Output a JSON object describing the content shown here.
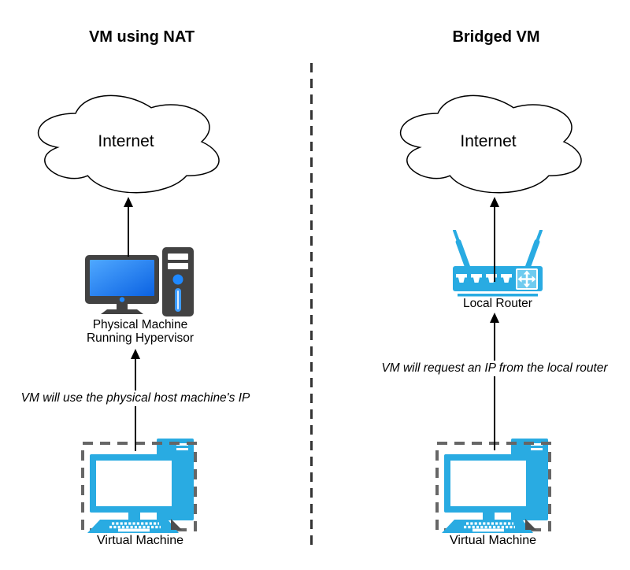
{
  "left": {
    "title": "VM using NAT",
    "cloud_label": "Internet",
    "machine_label": [
      "Physical Machine",
      "Running Hypervisor"
    ],
    "annotation": "VM will use the physical host machine's IP",
    "vm_label": "Virtual Machine"
  },
  "right": {
    "title": "Bridged VM",
    "cloud_label": "Internet",
    "router_label": "Local Router",
    "annotation": "VM will request an IP from the local router",
    "vm_label": "Virtual Machine"
  },
  "colors": {
    "accent_blue": "#29ABE2",
    "screen_blue_light": "#4FA8FF",
    "screen_blue_dark": "#0B62E2",
    "tower_accent_blue": "#1E88FF",
    "device_dark_gray": "#424242",
    "vm_dash_gray": "#666666",
    "divider_gray": "#333333",
    "line_black": "#000000",
    "background": "#FFFFFF"
  },
  "icons": {
    "cloud-icon": "cloud outline",
    "monitor-icon": "desktop monitor with blue screen",
    "tower-icon": "pc tower case",
    "router-icon": "wireless router with two antennas",
    "router-switch-icon": "four-direction arrows badge",
    "virtual-machine-icon": "computer with tower inside dashed box",
    "arrowhead-icon": "solid black up-pointing triangle"
  }
}
